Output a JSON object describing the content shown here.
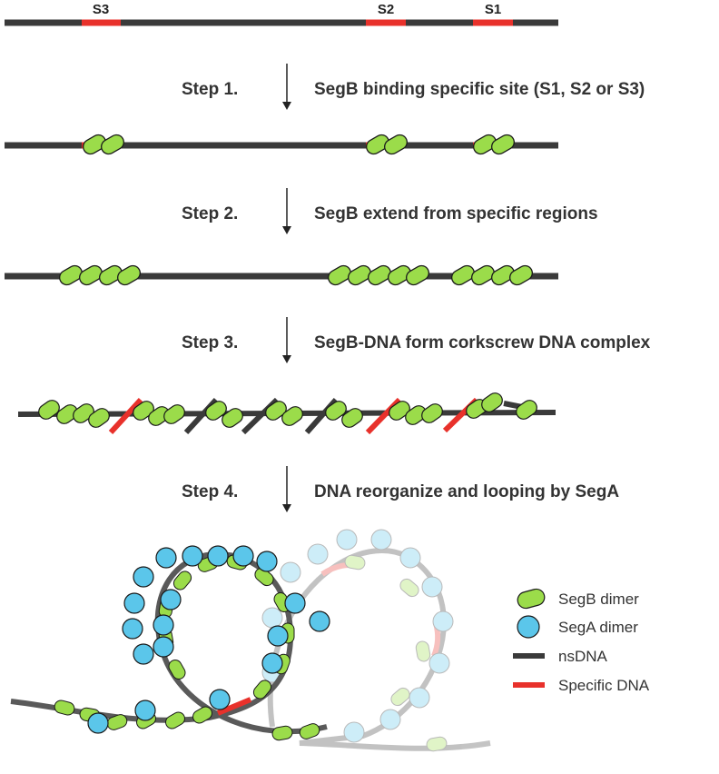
{
  "sites": [
    "S3",
    "S2",
    "S1"
  ],
  "steps": [
    {
      "label": "Step 1.",
      "text": "SegB binding specific site (S1, S2 or S3)"
    },
    {
      "label": "Step 2.",
      "text": "SegB extend from specific regions"
    },
    {
      "label": "Step 3.",
      "text": "SegB-DNA form corkscrew DNA complex"
    },
    {
      "label": "Step 4.",
      "text": "DNA reorganize and looping by SegA"
    }
  ],
  "legend": {
    "segb": "SegB dimer",
    "sega": "SegA dimer",
    "nsdna": "nsDNA",
    "specific": "Specific DNA"
  },
  "colors": {
    "dna": "#3a3a3a",
    "specific_dna": "#e8312b",
    "segb": "#9bdc4a",
    "sega": "#5bc6ea",
    "outline": "#1a1a1a"
  }
}
